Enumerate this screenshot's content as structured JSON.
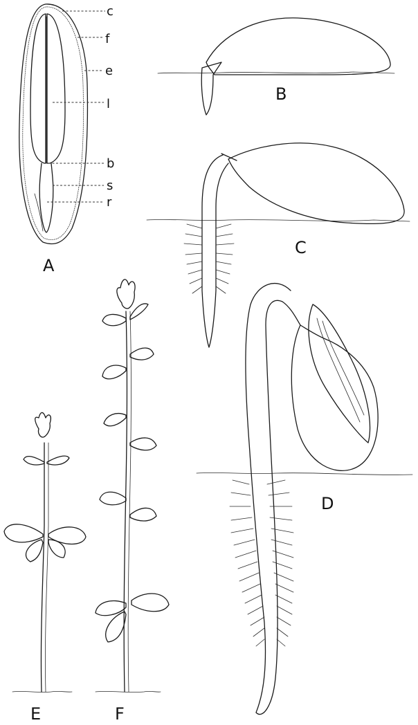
{
  "figure_labels": {
    "a": "A",
    "b": "B",
    "c": "C",
    "d": "D",
    "e": "E",
    "f": "F"
  },
  "part_labels": {
    "c": "c",
    "f": "f",
    "e": "e",
    "l": "l",
    "b": "b",
    "s": "s",
    "r": "r"
  }
}
